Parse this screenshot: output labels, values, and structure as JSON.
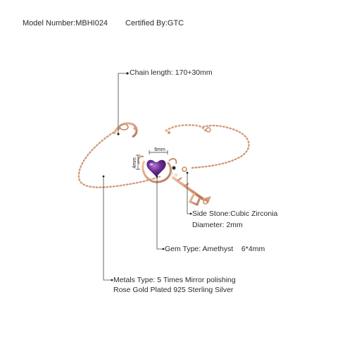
{
  "header": {
    "model": "Model Number:MBHI024",
    "certified": "Certified By:GTC"
  },
  "callouts": {
    "chain_length": "Chain length: 170+30mm",
    "side_stone": "Side Stone:Cubic Zirconia",
    "diameter": "Diameter: 2mm",
    "gem_type": "Gem Type: Amethyst    6*4mm",
    "metals_line1": "Metals Type: 5 Times Mirror polishing",
    "metals_line2": "Rose Gold Plated 925 Sterling Silver"
  },
  "dimensions": {
    "width_label": "6mm",
    "height_label": "4mm"
  },
  "colors": {
    "rose_gold": "#d9a07f",
    "rose_gold_dark": "#b9785a",
    "amethyst": "#6a2c91",
    "leader_line": "#444444"
  }
}
